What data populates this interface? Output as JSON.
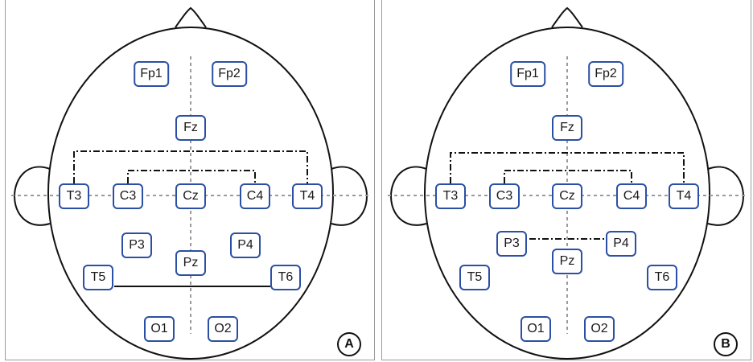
{
  "panels": [
    {
      "letter": "A",
      "electrodes": {
        "Fp1": "Fp1",
        "Fp2": "Fp2",
        "Fz": "Fz",
        "T3": "T3",
        "C3": "C3",
        "Cz": "Cz",
        "C4": "C4",
        "T4": "T4",
        "P3": "P3",
        "P4": "P4",
        "Pz": "Pz",
        "T5": "T5",
        "T6": "T6",
        "O1": "O1",
        "O2": "O2"
      }
    },
    {
      "letter": "B",
      "electrodes": {
        "Fp1": "Fp1",
        "Fp2": "Fp2",
        "Fz": "Fz",
        "T3": "T3",
        "C3": "C3",
        "Cz": "Cz",
        "C4": "C4",
        "T4": "T4",
        "P3": "P3",
        "P4": "P4",
        "Pz": "Pz",
        "T5": "T5",
        "T6": "T6",
        "O1": "O1",
        "O2": "O2"
      }
    }
  ],
  "colors": {
    "electrode_border": "#2b4fa3",
    "midline": "#9a9a9a",
    "outline": "#111111"
  }
}
